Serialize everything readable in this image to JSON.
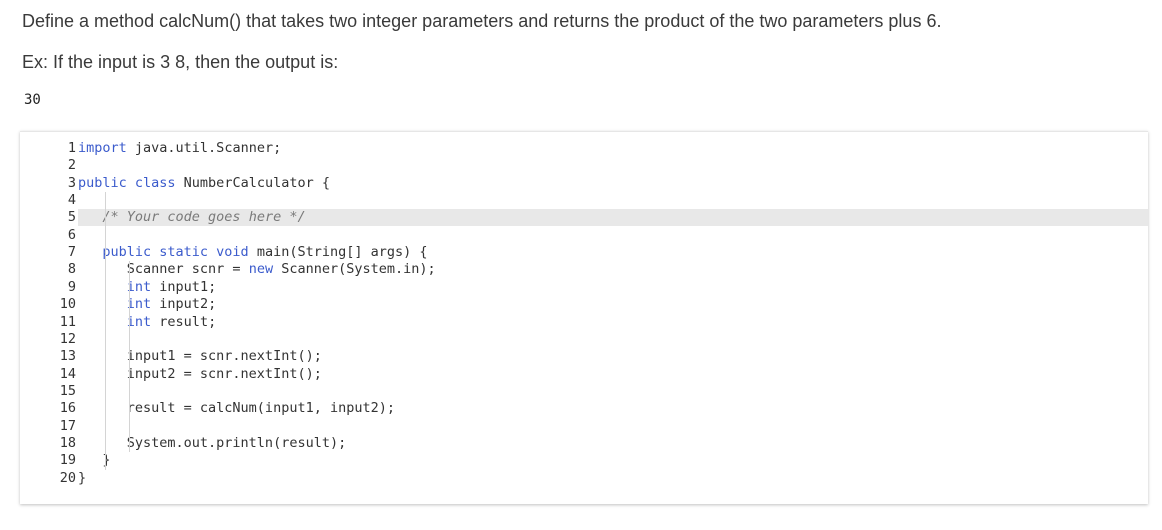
{
  "prompt": {
    "line1": "Define a method calcNum() that takes two integer parameters and returns the product of the two parameters plus 6.",
    "line2": "Ex: If the input is 3 8, then the output is:",
    "output": "30"
  },
  "editor": {
    "line_numbers": [
      "1",
      "2",
      "3",
      "4",
      "5",
      "6",
      "7",
      "8",
      "9",
      "10",
      "11",
      "12",
      "13",
      "14",
      "15",
      "16",
      "17",
      "18",
      "19",
      "20"
    ],
    "lines": [
      [
        {
          "t": "import",
          "c": "kw"
        },
        {
          "t": " java.util.Scanner;"
        }
      ],
      [],
      [
        {
          "t": "public class",
          "c": "kw"
        },
        {
          "t": " NumberCalculator {"
        }
      ],
      [],
      [
        {
          "t": "   "
        },
        {
          "t": "/* Your code goes here */",
          "c": "cm"
        }
      ],
      [],
      [
        {
          "t": "   "
        },
        {
          "t": "public static void",
          "c": "kw"
        },
        {
          "t": " main(String[] args) {"
        }
      ],
      [
        {
          "t": "      Scanner scnr = "
        },
        {
          "t": "new",
          "c": "kw"
        },
        {
          "t": " Scanner(System.in);"
        }
      ],
      [
        {
          "t": "      "
        },
        {
          "t": "int",
          "c": "kw"
        },
        {
          "t": " input1;"
        }
      ],
      [
        {
          "t": "      "
        },
        {
          "t": "int",
          "c": "kw"
        },
        {
          "t": " input2;"
        }
      ],
      [
        {
          "t": "      "
        },
        {
          "t": "int",
          "c": "kw"
        },
        {
          "t": " result;"
        }
      ],
      [],
      [
        {
          "t": "      input1 = scnr.nextInt();"
        }
      ],
      [
        {
          "t": "      input2 = scnr.nextInt();"
        }
      ],
      [],
      [
        {
          "t": "      result = calcNum(input1, input2);"
        }
      ],
      [],
      [
        {
          "t": "      System.out.println(result);"
        }
      ],
      [
        {
          "t": "   }"
        }
      ],
      [
        {
          "t": "}"
        }
      ]
    ],
    "active_line": 5
  },
  "colors": {
    "keyword": "#3b5bcc",
    "comment": "#7a7a7a",
    "active_line_bg": "#e8e8e8"
  }
}
